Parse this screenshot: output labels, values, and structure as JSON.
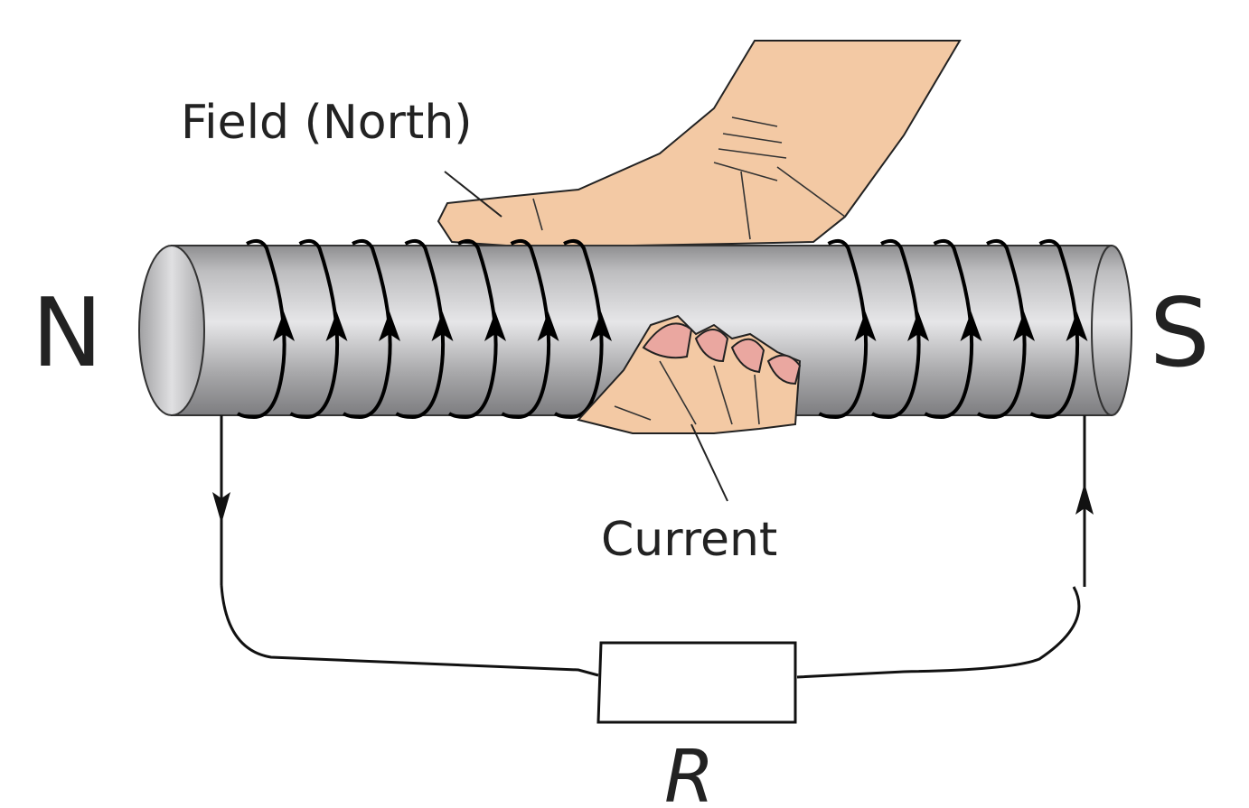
{
  "labels": {
    "field": "Field (North)",
    "current": "Current",
    "north_pole": "N",
    "south_pole": "S",
    "resistor": "R"
  },
  "coil": {
    "turns": 16
  },
  "colors": {
    "skin": "#f3c9a4",
    "metal_light": "#e4e4e6",
    "metal_dark": "#9a9a9c",
    "ink": "#000000"
  }
}
